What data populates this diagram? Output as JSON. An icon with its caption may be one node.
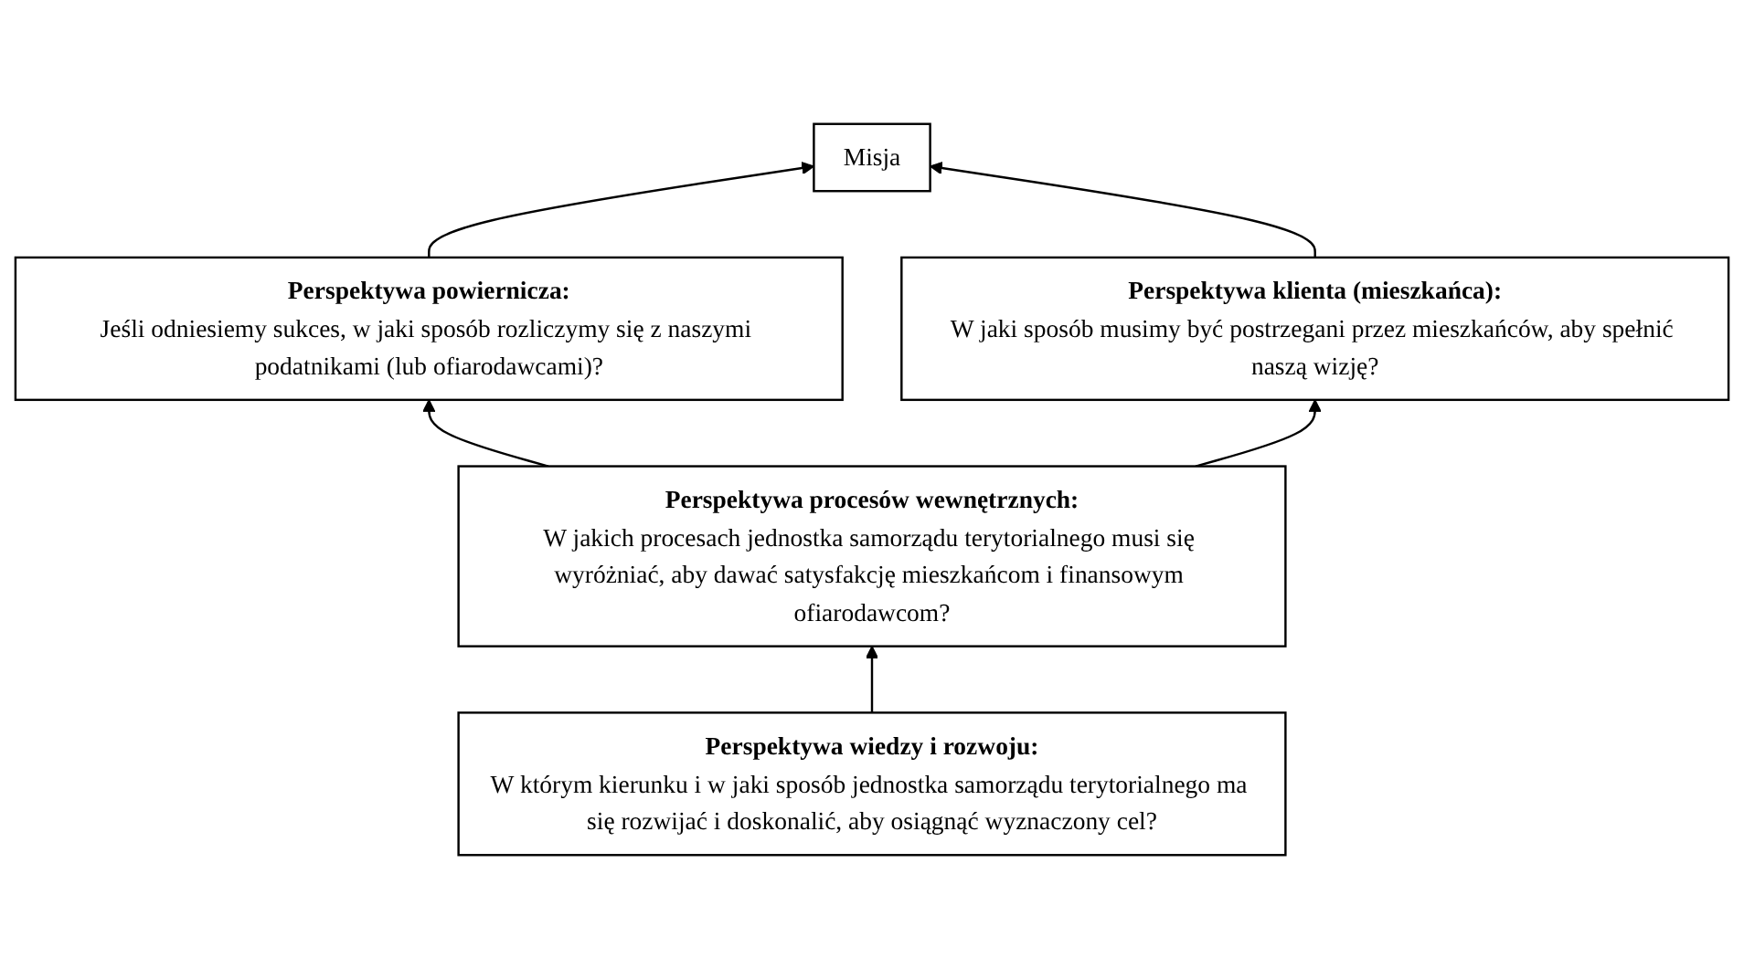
{
  "diagram": {
    "nodes": [
      {
        "text": [
          "Misja"
        ]
      },
      {
        "text": [
          "Perspektywa powiernicza:",
          "Jeśli odniesiemy sukces, w jaki sposób rozliczymy się z naszymi podatnikami (lub ofiarodawcami)?"
        ]
      },
      {
        "text": [
          "Perspektywa klienta (mieszkańca):",
          "W jaki sposób musimy być postrzegani przez mieszkańców, aby spełnić naszą wizję?"
        ]
      },
      {
        "text": [
          "Perspektywa procesów wewnętrznych:",
          "W jakich procesach jednostka samorządu terytorialnego musi się wyróżniać, aby dawać satysfakcję mieszkańcom i finansowym ofiarodawcom?"
        ]
      },
      {
        "text": [
          "Perspektywa wiedzy i rozwoju:",
          "W którym kierunku i w jaki sposób jednostka samorządu terytorialnego ma się rozwijać i doskonalić, aby osiągnąć wyznaczony cel?"
        ]
      }
    ],
    "edges": [
      {
        "from": 1,
        "to": 0,
        "arrow": "to"
      },
      {
        "from": 2,
        "to": 0,
        "arrow": "to"
      },
      {
        "from": 3,
        "to": 1,
        "arrow": "to"
      },
      {
        "from": 3,
        "to": 2,
        "arrow": "to"
      },
      {
        "from": 4,
        "to": 3,
        "arrow": "to"
      }
    ]
  }
}
